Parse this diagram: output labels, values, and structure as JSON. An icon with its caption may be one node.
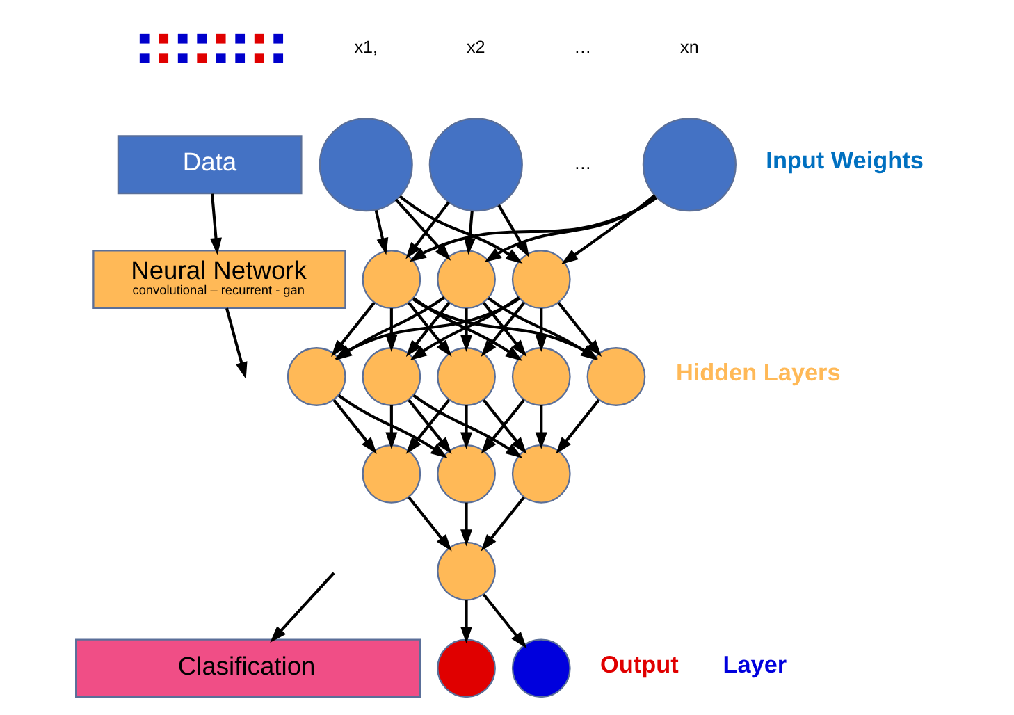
{
  "diagram": {
    "nodes": [
      {
        "text": [],
        "shape": "picture"
      },
      {
        "text": [
          "Data"
        ]
      },
      {
        "text": [
          "Neural Network",
          "convolutional – recurrent - gan"
        ]
      },
      {
        "text": [
          "Clasification"
        ]
      },
      {
        "text": [],
        "shape": "circle",
        "beside": [
          "x1,"
        ]
      },
      {
        "text": [],
        "shape": "circle",
        "beside": [
          "x2"
        ]
      },
      {
        "text": [],
        "shape": "circle",
        "beside": [
          "xn"
        ]
      },
      {
        "text": [],
        "shape": "circle"
      },
      {
        "text": [],
        "shape": "circle"
      },
      {
        "text": [],
        "shape": "circle"
      },
      {
        "text": [],
        "shape": "circle"
      },
      {
        "text": [],
        "shape": "circle"
      },
      {
        "text": [],
        "shape": "circle"
      },
      {
        "text": [],
        "shape": "circle"
      },
      {
        "text": [],
        "shape": "circle"
      },
      {
        "text": [],
        "shape": "circle"
      },
      {
        "text": [],
        "shape": "circle"
      },
      {
        "text": [],
        "shape": "circle"
      },
      {
        "text": [],
        "shape": "circle"
      },
      {
        "text": [],
        "shape": "circle"
      },
      {
        "text": [],
        "shape": "circle"
      }
    ],
    "edges": [
      {
        "from": 1,
        "to": 2,
        "arrow": "to"
      },
      {
        "from": 2,
        "to": null,
        "arrow": "to"
      },
      {
        "from": null,
        "to": 3,
        "arrow": "to"
      },
      {
        "from": 4,
        "to": 7,
        "arrow": "to"
      },
      {
        "from": 4,
        "to": 8,
        "arrow": "to"
      },
      {
        "from": 4,
        "to": 9,
        "arrow": "to"
      },
      {
        "from": 5,
        "to": 7,
        "arrow": "to"
      },
      {
        "from": 5,
        "to": 8,
        "arrow": "to"
      },
      {
        "from": 5,
        "to": 9,
        "arrow": "to"
      },
      {
        "from": 6,
        "to": 7,
        "arrow": "to"
      },
      {
        "from": 6,
        "to": 8,
        "arrow": "to"
      },
      {
        "from": 6,
        "to": 9,
        "arrow": "to"
      },
      {
        "from": 7,
        "to": 10,
        "arrow": "to"
      },
      {
        "from": 7,
        "to": 11,
        "arrow": "to"
      },
      {
        "from": 7,
        "to": 12,
        "arrow": "to"
      },
      {
        "from": 7,
        "to": 13,
        "arrow": "to"
      },
      {
        "from": 7,
        "to": 14,
        "arrow": "to"
      },
      {
        "from": 8,
        "to": 10,
        "arrow": "to"
      },
      {
        "from": 8,
        "to": 11,
        "arrow": "to"
      },
      {
        "from": 8,
        "to": 12,
        "arrow": "to"
      },
      {
        "from": 8,
        "to": 13,
        "arrow": "to"
      },
      {
        "from": 8,
        "to": 14,
        "arrow": "to"
      },
      {
        "from": 9,
        "to": 10,
        "arrow": "to"
      },
      {
        "from": 9,
        "to": 11,
        "arrow": "to"
      },
      {
        "from": 9,
        "to": 12,
        "arrow": "to"
      },
      {
        "from": 9,
        "to": 13,
        "arrow": "to"
      },
      {
        "from": 9,
        "to": 14,
        "arrow": "to"
      },
      {
        "from": 10,
        "to": 15,
        "arrow": "to"
      },
      {
        "from": 10,
        "to": 16,
        "arrow": "to"
      },
      {
        "from": 11,
        "to": 15,
        "arrow": "to"
      },
      {
        "from": 11,
        "to": 16,
        "arrow": "to"
      },
      {
        "from": 11,
        "to": 17,
        "arrow": "to"
      },
      {
        "from": 12,
        "to": 15,
        "arrow": "to"
      },
      {
        "from": 12,
        "to": 16,
        "arrow": "to"
      },
      {
        "from": 12,
        "to": 17,
        "arrow": "to"
      },
      {
        "from": 13,
        "to": 16,
        "arrow": "to"
      },
      {
        "from": 13,
        "to": 17,
        "arrow": "to"
      },
      {
        "from": 14,
        "to": 17,
        "arrow": "to"
      },
      {
        "from": 15,
        "to": 18,
        "arrow": "to"
      },
      {
        "from": 16,
        "to": 18,
        "arrow": "to"
      },
      {
        "from": 17,
        "to": 18,
        "arrow": "to"
      },
      {
        "from": 18,
        "to": 19,
        "arrow": "to"
      },
      {
        "from": 18,
        "to": 20,
        "arrow": "to"
      }
    ],
    "labels": [
      "…",
      "…",
      "Input Weights",
      "Hidden Layers",
      "Output",
      "Layer"
    ]
  }
}
